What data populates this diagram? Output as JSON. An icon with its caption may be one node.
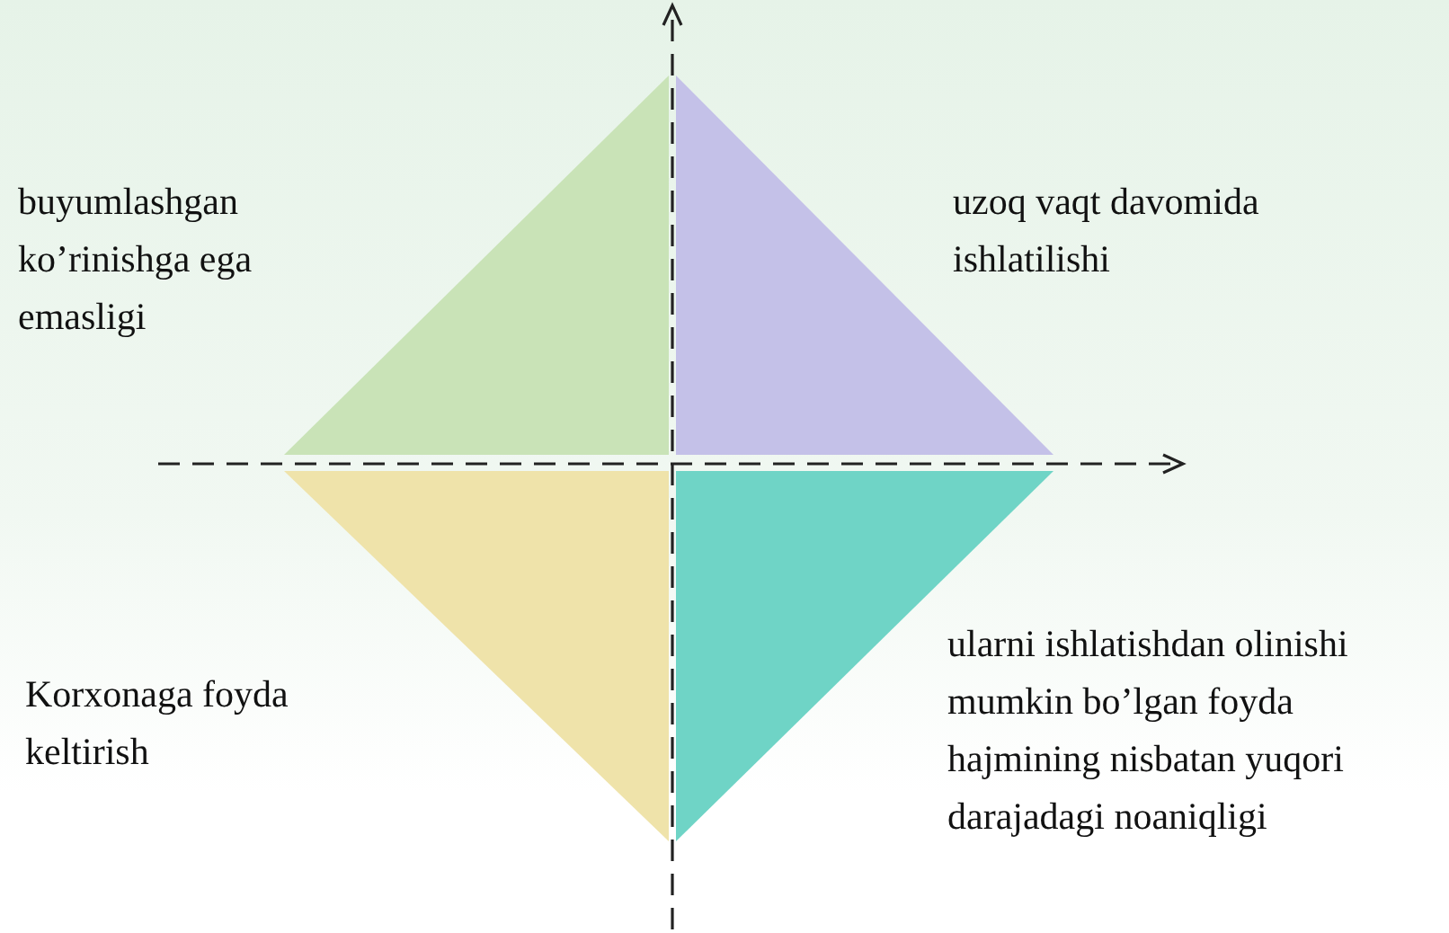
{
  "diagram": {
    "labels": [
      "buyumlashgan ko’rinishga ega emasligi",
      "uzoq vaqt davomida ishlatilishi",
      "Korxonaga foyda keltirish",
      "ularni ishlatishdan olinishi mumkin bo’lgan foyda hajmining nisbatan yuqori darajadagi noaniqligi"
    ]
  }
}
